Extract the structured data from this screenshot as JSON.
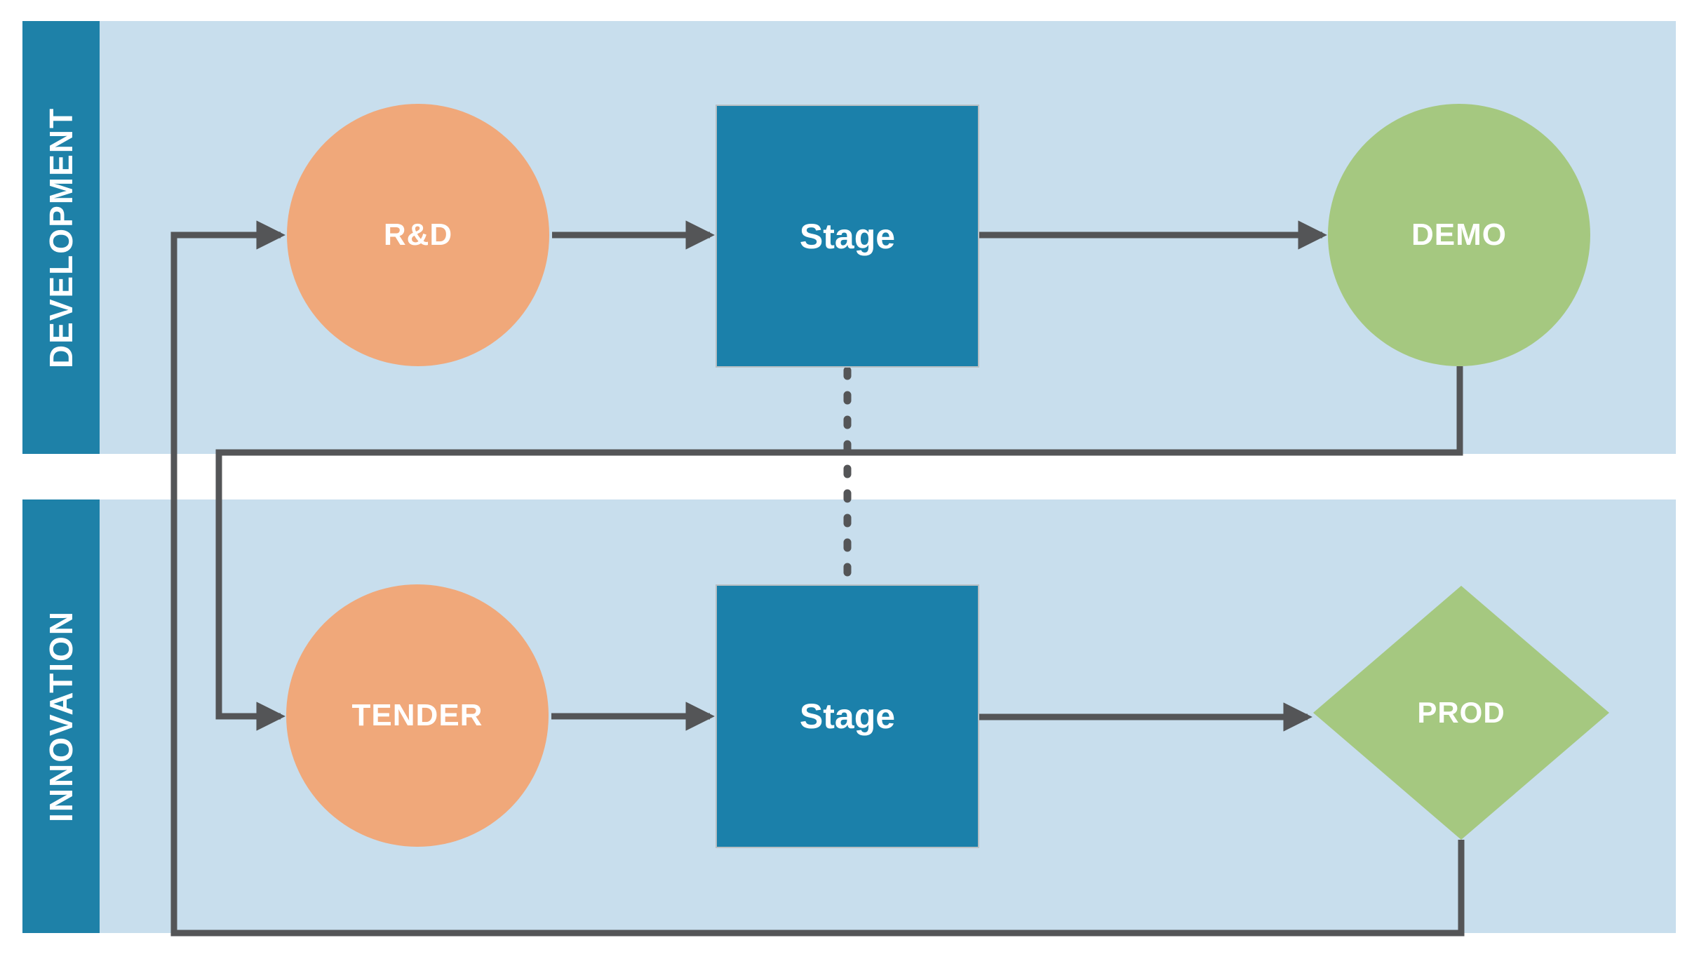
{
  "colors": {
    "lane_bar": "#1E81A8",
    "lane_bg": "#C8DEED",
    "node_orange": "#F0A87A",
    "node_teal": "#1B80AA",
    "node_green": "#A5C880",
    "node_text": "#FFFFFF",
    "connector": "#545557",
    "square_border": "#B9C0C4",
    "page_bg": "#FFFFFF"
  },
  "lanes": [
    {
      "label": "DEVELOPMENT"
    },
    {
      "label": "INNOVATION"
    }
  ],
  "nodes": [
    {
      "label": "R&D",
      "shape": "circle",
      "lane": "DEVELOPMENT"
    },
    {
      "label": "Stage",
      "shape": "square",
      "lane": "DEVELOPMENT"
    },
    {
      "label": "DEMO",
      "shape": "circle",
      "lane": "DEVELOPMENT"
    },
    {
      "label": "TENDER",
      "shape": "circle",
      "lane": "INNOVATION"
    },
    {
      "label": "Stage",
      "shape": "square",
      "lane": "INNOVATION"
    },
    {
      "label": "PROD",
      "shape": "diamond",
      "lane": "INNOVATION"
    }
  ],
  "edges": [
    {
      "from": "R&D",
      "to": "Stage (DEVELOPMENT)",
      "style": "solid-arrow"
    },
    {
      "from": "Stage (DEVELOPMENT)",
      "to": "DEMO",
      "style": "solid-arrow"
    },
    {
      "from": "DEMO",
      "to": "TENDER",
      "style": "solid-arrow"
    },
    {
      "from": "TENDER",
      "to": "Stage (INNOVATION)",
      "style": "solid-arrow"
    },
    {
      "from": "Stage (INNOVATION)",
      "to": "PROD",
      "style": "solid-arrow"
    },
    {
      "from": "PROD",
      "to": "R&D",
      "style": "solid-arrow"
    },
    {
      "from": "Stage (DEVELOPMENT)",
      "to": "Stage (INNOVATION)",
      "style": "dotted"
    }
  ]
}
